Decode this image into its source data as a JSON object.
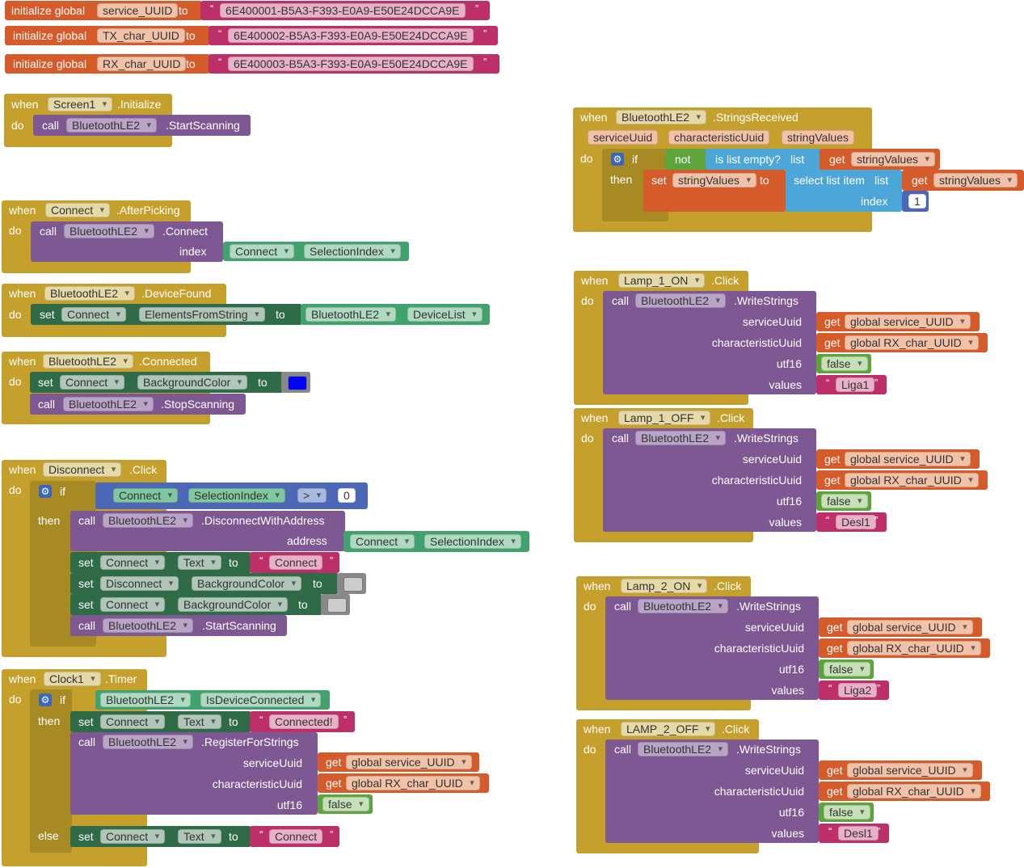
{
  "globals": [
    {
      "kw_init": "initialize global",
      "name": "service_UUID",
      "kw_to": "to",
      "value": "6E400001-B5A3-F393-E0A9-E50E24DCCA9E"
    },
    {
      "kw_init": "initialize global",
      "name": "TX_char_UUID",
      "kw_to": "to",
      "value": "6E400002-B5A3-F393-E0A9-E50E24DCCA9E"
    },
    {
      "kw_init": "initialize global",
      "name": "RX_char_UUID",
      "kw_to": "to",
      "value": "6E400003-B5A3-F393-E0A9-E50E24DCCA9E"
    }
  ],
  "kw": {
    "when": "when",
    "do": "do",
    "call": "call",
    "set": "set",
    "to": "to",
    "if": "if",
    "then": "then",
    "else": "else",
    "get": "get",
    "not": "not",
    "quote_open": "“",
    "quote_close": "”"
  },
  "screen_init": {
    "component": "Screen1",
    "event": ".Initialize",
    "target": "BluetoothLE2",
    "method": ".StartScanning"
  },
  "after_picking": {
    "component": "Connect",
    "event": ".AfterPicking",
    "target": "BluetoothLE2",
    "method": ".Connect",
    "param_index": "index",
    "arg_component": "Connect",
    "arg_prop": "SelectionIndex"
  },
  "device_found": {
    "component": "BluetoothLE2",
    "event": ".DeviceFound",
    "set_component": "Connect",
    "set_prop": "ElementsFromString",
    "get_component": "BluetoothLE2",
    "get_prop": "DeviceList"
  },
  "connected": {
    "component": "BluetoothLE2",
    "event": ".Connected",
    "set_component": "Connect",
    "set_prop": "BackgroundColor",
    "color": "#0000FF",
    "call_target": "BluetoothLE2",
    "call_method": ".StopScanning"
  },
  "disconnect": {
    "component": "Disconnect",
    "event": ".Click",
    "cond_component": "Connect",
    "cond_prop": "SelectionIndex",
    "cond_op": ">",
    "cond_value": "0",
    "call_target": "BluetoothLE2",
    "call_method": ".DisconnectWithAddress",
    "param_address": "address",
    "addr_component": "Connect",
    "addr_prop": "SelectionIndex",
    "set1_component": "Connect",
    "set1_prop": "Text",
    "set1_value": "Connect",
    "set2_component": "Disconnect",
    "set2_prop": "BackgroundColor",
    "set2_color": "#CCCCCC",
    "set3_component": "Connect",
    "set3_prop": "BackgroundColor",
    "set3_color": "#CCCCCC",
    "call2_target": "BluetoothLE2",
    "call2_method": ".StartScanning"
  },
  "clock_timer": {
    "component": "Clock1",
    "event": ".Timer",
    "cond_component": "BluetoothLE2",
    "cond_prop": "IsDeviceConnected",
    "set_component": "Connect",
    "set_prop": "Text",
    "set_value": "Connected!",
    "call_target": "BluetoothLE2",
    "call_method": ".RegisterForStrings",
    "p_service": "serviceUuid",
    "p_char": "characteristicUuid",
    "p_utf16": "utf16",
    "v_service": "global service_UUID",
    "v_char": "global RX_char_UUID",
    "v_utf16": "false",
    "else_component": "Connect",
    "else_prop": "Text",
    "else_value": "Connect"
  },
  "strings_received": {
    "component": "BluetoothLE2",
    "event": ".StringsReceived",
    "params": [
      "serviceUuid",
      "characteristicUuid",
      "stringValues"
    ],
    "is_list_empty": "is list empty?",
    "list_kw": "list",
    "get_var": "stringValues",
    "set_var": "stringValues",
    "select_item": "select list item",
    "index_kw": "index",
    "index_value": "1"
  },
  "lamps": [
    {
      "component": "Lamp_1_ON",
      "event": ".Click",
      "target": "BluetoothLE2",
      "method": ".WriteStrings",
      "p_service": "serviceUuid",
      "p_char": "characteristicUuid",
      "p_utf16": "utf16",
      "p_values": "values",
      "v_service": "global service_UUID",
      "v_char": "global RX_char_UUID",
      "v_utf16": "false",
      "v_values": "Liga1"
    },
    {
      "component": "Lamp_1_OFF",
      "event": ".Click",
      "target": "BluetoothLE2",
      "method": ".WriteStrings",
      "p_service": "serviceUuid",
      "p_char": "characteristicUuid",
      "p_utf16": "utf16",
      "p_values": "values",
      "v_service": "global service_UUID",
      "v_char": "global RX_char_UUID",
      "v_utf16": "false",
      "v_values": "Desl1"
    },
    {
      "component": "Lamp_2_ON",
      "event": ".Click",
      "target": "BluetoothLE2",
      "method": ".WriteStrings",
      "p_service": "serviceUuid",
      "p_char": "characteristicUuid",
      "p_utf16": "utf16",
      "p_values": "values",
      "v_service": "global service_UUID",
      "v_char": "global RX_char_UUID",
      "v_utf16": "false",
      "v_values": "Liga2"
    },
    {
      "component": "LAMP_2_OFF",
      "event": ".Click",
      "target": "BluetoothLE2",
      "method": ".WriteStrings",
      "p_service": "serviceUuid",
      "p_char": "characteristicUuid",
      "p_utf16": "utf16",
      "p_values": "values",
      "v_service": "global service_UUID",
      "v_char": "global RX_char_UUID",
      "v_utf16": "false",
      "v_values": "Desl1"
    }
  ],
  "colors": {
    "control": "#C5A02C",
    "procedure": "#7D5893",
    "setter": "#2F6B47",
    "component": "#41A26E",
    "logic": "#5CA43B",
    "list": "#4CA6D8",
    "variable": "#D65B2B",
    "text": "#BD2F69",
    "math": "#4B67B5"
  }
}
